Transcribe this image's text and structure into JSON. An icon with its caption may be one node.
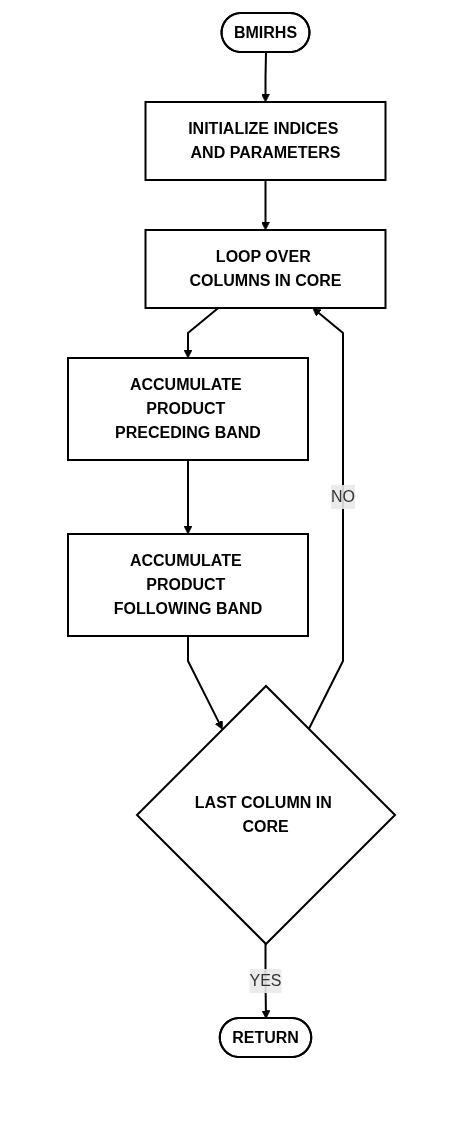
{
  "diagram": {
    "nodes": [
      {
        "text": [
          "BMIRHS"
        ]
      },
      {
        "text": [
          "INITIALIZE INDICES AND PARAMETERS"
        ]
      },
      {
        "text": [
          "LOOP OVER COLUMNS IN CORE"
        ]
      },
      {
        "text": [
          "ACCUMULATE PRODUCT PRECEDING BAND"
        ]
      },
      {
        "text": [
          "ACCUMULATE PRODUCT FOLLOWING BAND"
        ]
      },
      {
        "text": [
          "LAST COLUMN IN CORE"
        ]
      },
      {
        "text": [
          "RETURN"
        ]
      }
    ],
    "edges": [
      {
        "from": 0,
        "to": 1,
        "arrow": "to"
      },
      {
        "from": 1,
        "to": 2,
        "arrow": "to"
      },
      {
        "from": 2,
        "to": 3,
        "arrow": "to"
      },
      {
        "from": 3,
        "to": 4,
        "arrow": "to"
      },
      {
        "from": 4,
        "to": 5,
        "arrow": "to"
      },
      {
        "from": 5,
        "to": 2,
        "arrow": "to",
        "label": "NO"
      },
      {
        "from": 5,
        "to": 6,
        "arrow": "to",
        "label": "YES"
      }
    ]
  }
}
